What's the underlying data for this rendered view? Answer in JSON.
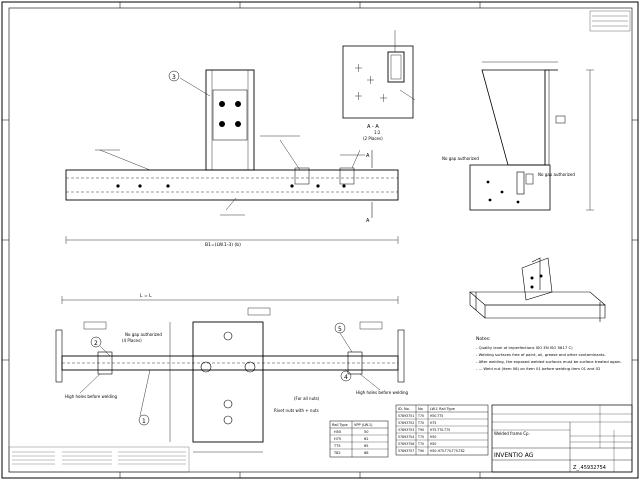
{
  "title_block": {
    "company": "INVENTIO AG",
    "part_number": "Z_.45932754",
    "description": "Welded frame Cp."
  },
  "dimensions": {
    "overall_top": "B1=(LW.1-3) (b)",
    "bottom_span": "L = L"
  },
  "section_label": "A - A",
  "section_sub": "(2 Places)",
  "callouts": {
    "no_gap_1": "No gap authorized",
    "no_gap_2": "No gap authorized",
    "no_gap_3": "No gap authorized",
    "high_holes_1": "High holes before welding",
    "high_holes_2": "High holes before welding",
    "rivet_nuts": "Rivet nuts with + nuts",
    "for_all_nuts": "(For all nuts)",
    "places_4": "(4 Places)"
  },
  "notes": {
    "heading": "Notes:",
    "items": [
      "- Quality level of imperfections ISO EN ISO 5817 C)",
      "- Welding surfaces free of paint, oil, grease and other contaminants.",
      "- After welding, the exposed welded surfaces must be surface treated again.",
      "- ... Weld nut (item 06) on item 01 before welding item 01 and 02"
    ]
  },
  "rail_table": {
    "headers": [
      "Rail Type",
      "VPP (LW.1)"
    ],
    "rows": [
      [
        "H50",
        "50"
      ],
      [
        "H75",
        "62"
      ],
      [
        "T75",
        "65"
      ],
      [
        "T82",
        "68"
      ]
    ]
  },
  "parts_table": {
    "headers": [
      "ID. No.",
      "No",
      "LW.1 Rail Type"
    ],
    "rows": [
      [
        "57893751",
        "T70",
        "H50-T75"
      ],
      [
        "57893752",
        "T70",
        "H75"
      ],
      [
        "57893753",
        "T90",
        "H75-T70-T75"
      ],
      [
        "57893754",
        "T70",
        "H50"
      ],
      [
        "57893756",
        "T70",
        "H50"
      ],
      [
        "57893757",
        "T90",
        "H50-H75-T70-T75-T82"
      ]
    ]
  },
  "balloons": [
    "1",
    "2",
    "3",
    "4",
    "5"
  ]
}
